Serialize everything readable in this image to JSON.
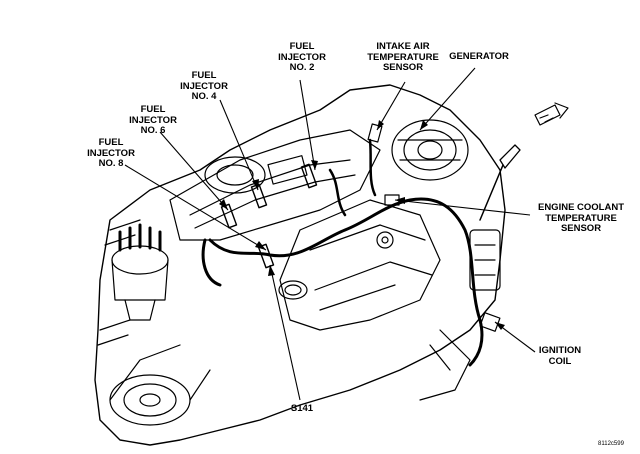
{
  "labels": {
    "fuel_injector_2": "FUEL\nINJECTOR\nNO. 2",
    "intake_air_sensor": "INTAKE AIR\nTEMPERATURE\nSENSOR",
    "generator": "GENERATOR",
    "fuel_injector_4": "FUEL\nINJECTOR\nNO. 4",
    "fuel_injector_6": "FUEL\nINJECTOR\nNO. 6",
    "fuel_injector_8": "FUEL\nINJECTOR\nNO. 8",
    "engine_coolant_sensor": "ENGINE COOLANT\nTEMPERATURE\nSENSOR",
    "ignition_coil": "IGNITION\nCOIL",
    "splice": "S141"
  },
  "figure_code": "8112c599"
}
